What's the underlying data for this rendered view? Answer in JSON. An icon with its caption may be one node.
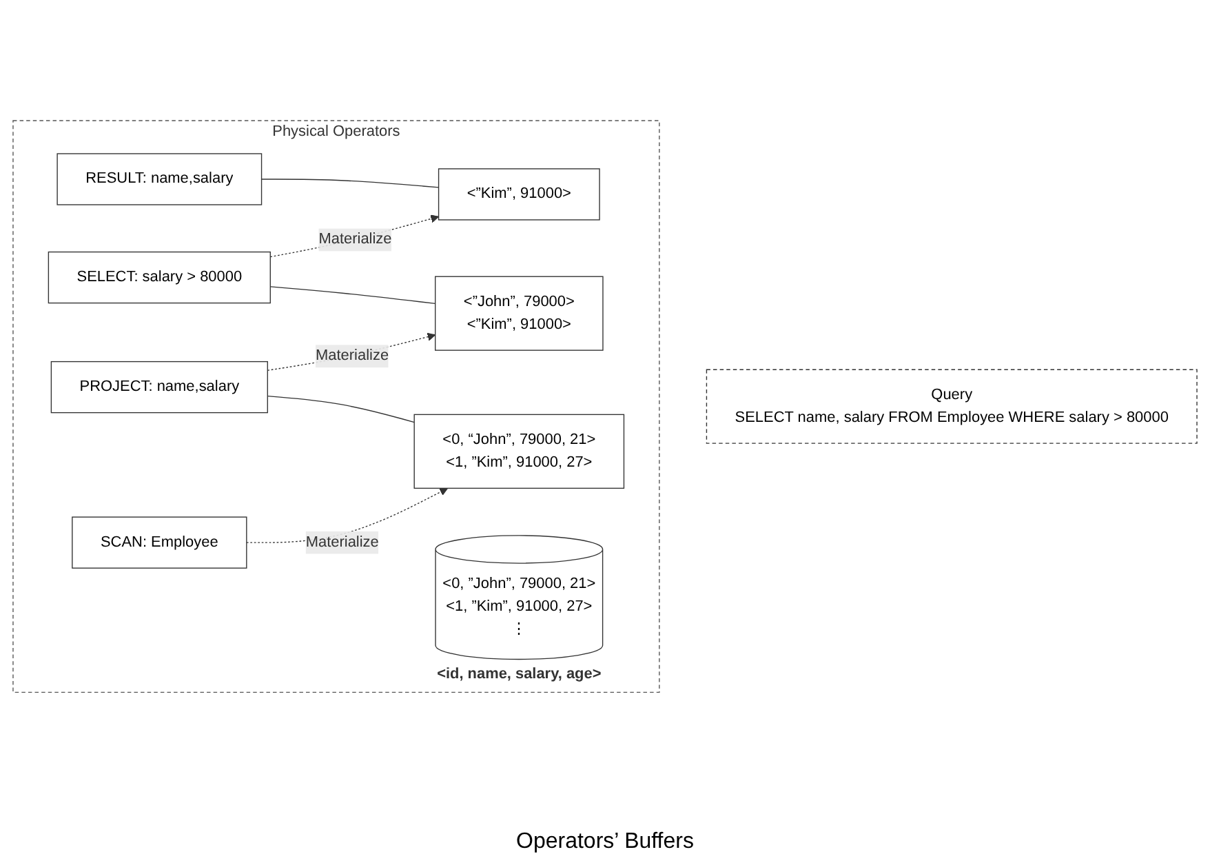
{
  "diagram": {
    "nodes": [
      {
        "text": [
          "Query",
          "SELECT name, salary FROM Employee WHERE salary > 80000"
        ]
      },
      {
        "text": [
          "Physical Operators"
        ]
      },
      {
        "text": [
          "RESULT: name,salary"
        ],
        "in": 1
      },
      {
        "text": [
          "SELECT: salary > 80000"
        ],
        "in": 1
      },
      {
        "text": [
          "PROJECT:  name,salary"
        ],
        "in": 1
      },
      {
        "text": [
          "SCAN: Employee"
        ],
        "in": 1
      },
      {
        "text": [
          "<0, ”John”, 79000, 21>",
          "<1, ”Kim”, 91000, 27>",
          "⋮"
        ],
        "beside": [
          "<id, name, salary, age>"
        ],
        "in": 1
      },
      {
        "text": [
          "<”Kim”, 91000>"
        ],
        "in": 1
      },
      {
        "text": [
          "<”John”, 79000>",
          "<”Kim”, 91000>"
        ],
        "in": 1
      },
      {
        "text": [
          "<0, “John”, 79000, 21>",
          "<1, ”Kim”, 91000, 27>"
        ],
        "in": 1
      }
    ],
    "edges": [
      {
        "from": 2,
        "to": 7,
        "arrow": "none"
      },
      {
        "from": 3,
        "to": 7,
        "arrow": "to",
        "label": "Materialize",
        "style": "dashed"
      },
      {
        "from": 3,
        "to": 8,
        "arrow": "none"
      },
      {
        "from": 4,
        "to": 8,
        "arrow": "to",
        "label": "Materialize",
        "style": "dashed"
      },
      {
        "from": 4,
        "to": 9,
        "arrow": "none"
      },
      {
        "from": 5,
        "to": 9,
        "arrow": "to",
        "label": "Materialize",
        "style": "dashed"
      }
    ],
    "labels": [
      "Operators’ Buffers"
    ]
  }
}
